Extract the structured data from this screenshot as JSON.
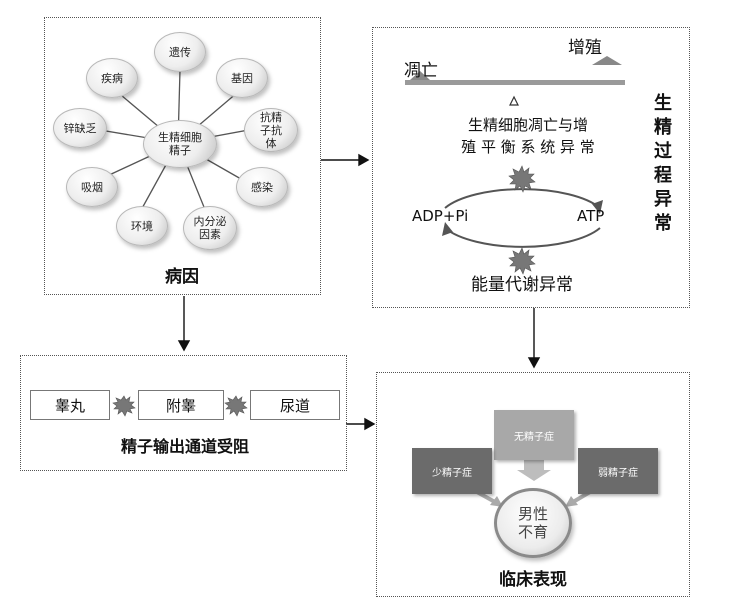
{
  "etiology": {
    "title": "病因",
    "center": "生精细胞精子",
    "factors": [
      "遗传",
      "基因",
      "抗精子抗体",
      "感染",
      "内分泌因素",
      "环境",
      "吸烟",
      "锌缺乏",
      "疾病"
    ]
  },
  "spermatogenesis": {
    "title": "生精过程异常",
    "apoptosis": "凋亡",
    "proliferation": "增殖",
    "balance_text_1": "生精细胞凋亡与增",
    "balance_text_2": "殖 平 衡 系 统 异 常",
    "adp": "ADP+Pi",
    "atp": "ATP",
    "energy": "能量代谢异常"
  },
  "obstruction": {
    "title": "精子输出通道受阻",
    "parts": [
      "睾丸",
      "附睾",
      "尿道"
    ]
  },
  "clinical": {
    "title": "临床表现",
    "azoospermia": "无精子症",
    "oligospermia": "少精子症",
    "asthenospermia": "弱精子症",
    "infertility_1": "男性",
    "infertility_2": "不育"
  },
  "colors": {
    "dark_square": "#6b6b6b",
    "light_square": "#a8a8a8",
    "burst": "#777777"
  }
}
